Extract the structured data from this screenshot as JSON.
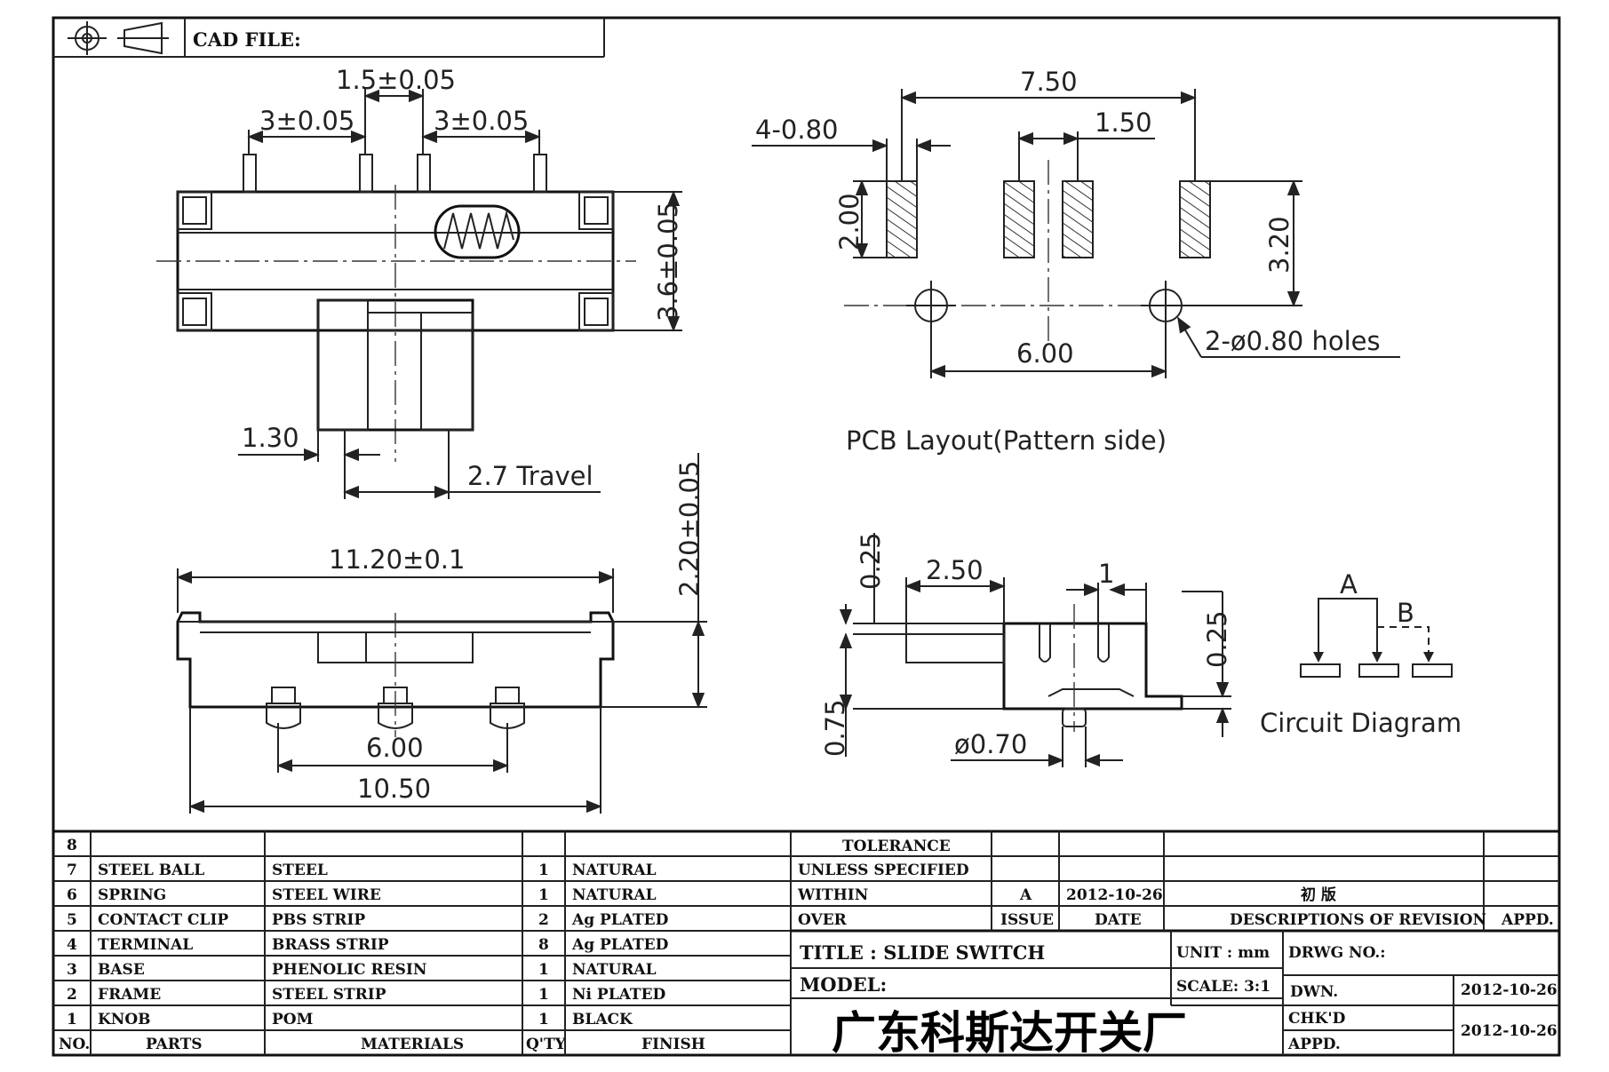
{
  "header": {
    "cad_file_label": "CAD FILE:",
    "projection_symbol": "third-angle-projection-icon"
  },
  "dimensions": {
    "top_view": {
      "pin_center_gap": "1.5±0.05",
      "pin_left_spacing": "3±0.05",
      "pin_right_spacing": "3±0.05",
      "body_height": "3.6±0.05",
      "knob_width": "1.30",
      "travel": "2.7 Travel"
    },
    "front_view": {
      "overall_length": "11.20±0.1",
      "total_height": "2.20±0.05",
      "pin_spacing": "6.00",
      "base_length": "10.50"
    },
    "pcb_layout": {
      "total_width": "7.50",
      "pad_width": "4-0.80",
      "pad_pitch": "1.50",
      "pad_height": "2.00",
      "row_height": "3.20",
      "hole_spacing": "6.00",
      "holes_note": "2-ø0.80 holes",
      "caption": "PCB Layout(Pattern side)"
    },
    "side_view": {
      "top_thickness": "0.25",
      "knob_length": "2.50",
      "knob_gap": "1",
      "right_thickness": "0.25",
      "base_thickness": "0.75",
      "post_diameter": "ø0.70"
    },
    "circuit": {
      "label_a": "A",
      "label_b": "B",
      "caption": "Circuit Diagram"
    }
  },
  "parts_table": {
    "headers": {
      "no": "NO.",
      "parts": "PARTS",
      "materials": "MATERIALS",
      "qty": "Q'TY",
      "finish": "FINISH"
    },
    "rows": [
      {
        "no": "8",
        "part": "",
        "material": "",
        "qty": "",
        "finish": ""
      },
      {
        "no": "7",
        "part": "STEEL BALL",
        "material": "STEEL",
        "qty": "1",
        "finish": "NATURAL"
      },
      {
        "no": "6",
        "part": "SPRING",
        "material": "STEEL WIRE",
        "qty": "1",
        "finish": "NATURAL"
      },
      {
        "no": "5",
        "part": "CONTACT CLIP",
        "material": "PBS STRIP",
        "qty": "2",
        "finish": "Ag PLATED"
      },
      {
        "no": "4",
        "part": "TERMINAL",
        "material": "BRASS STRIP",
        "qty": "8",
        "finish": "Ag PLATED"
      },
      {
        "no": "3",
        "part": "BASE",
        "material": "PHENOLIC RESIN",
        "qty": "1",
        "finish": "NATURAL"
      },
      {
        "no": "2",
        "part": "FRAME",
        "material": "STEEL STRIP",
        "qty": "1",
        "finish": "Ni PLATED"
      },
      {
        "no": "1",
        "part": "KNOB",
        "material": "POM",
        "qty": "1",
        "finish": "BLACK"
      }
    ]
  },
  "title_block": {
    "tolerance_line1": "TOLERANCE",
    "tolerance_line2": "UNLESS  SPECIFIED",
    "within": "WITHIN",
    "over": "OVER",
    "revision_issue": "A",
    "revision_date": "2012-10-26",
    "revision_desc": "初 版",
    "issue_label": "ISSUE",
    "date_label": "DATE",
    "desc_label": "DESCRIPTIONS OF REVISION",
    "appd_label": "APPD.",
    "title": "TITLE : SLIDE SWITCH",
    "unit": "UNIT :  mm",
    "drwg_no": "DRWG NO.:",
    "model": "MODEL:",
    "scale": "SCALE:  3:1",
    "dwn_label": "DWN.",
    "dwn_date": "2012-10-26",
    "company": "广东科斯达开关厂",
    "chkd_label": "CHK'D",
    "chkd_date": "2012-10-26",
    "appd2_label": "APPD."
  }
}
